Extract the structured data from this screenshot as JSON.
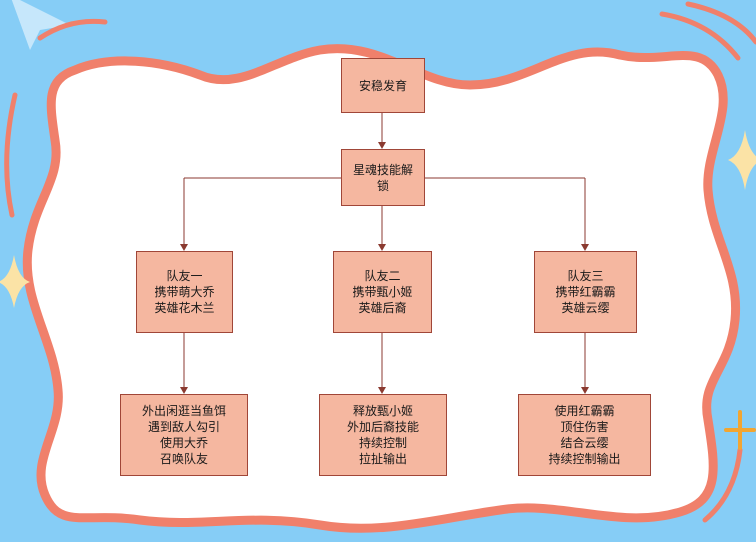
{
  "colors": {
    "background": "#86cdf6",
    "frame_fill": "#ffffff",
    "frame_stroke": "#f0806b",
    "node_fill": "#f5b7a0",
    "node_border": "#a04638",
    "connector": "#8b3a30",
    "sparkle": "#fbe3a6"
  },
  "icons": [
    "wavy-frame",
    "sparkle-star-icon",
    "cross-sparkle-icon",
    "paper-plane-icon"
  ],
  "diagram": {
    "root": {
      "text": "安稳发育"
    },
    "unlock": {
      "text": "星魂技能解\n锁"
    },
    "teammates": [
      {
        "text": "队友一\n携带萌大乔\n英雄花木兰"
      },
      {
        "text": "队友二\n携带甄小姬\n英雄后裔"
      },
      {
        "text": "队友三\n携带红霸霸\n英雄云缨"
      }
    ],
    "strategies": [
      {
        "text": "外出闲逛当鱼饵\n遇到敌人勾引\n使用大乔\n召唤队友"
      },
      {
        "text": "释放甄小姬\n外加后裔技能\n持续控制\n拉扯输出"
      },
      {
        "text": "使用红霸霸\n顶住伤害\n结合云缨\n持续控制输出"
      }
    ]
  }
}
